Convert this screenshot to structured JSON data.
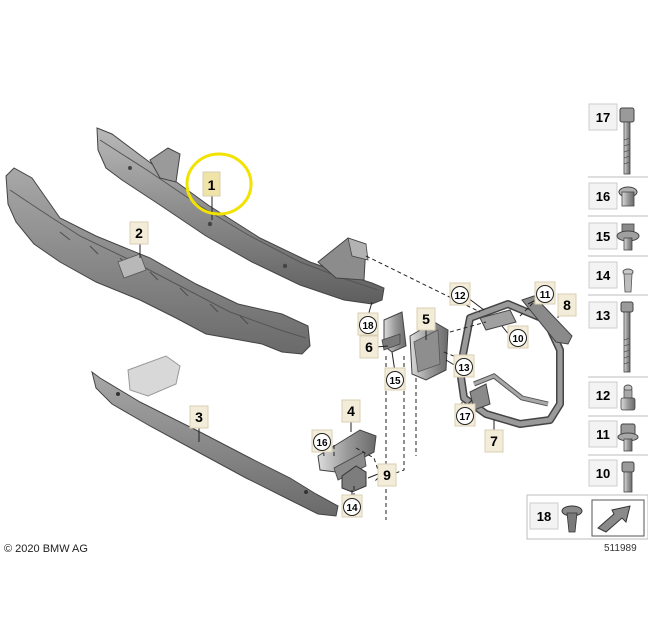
{
  "copyright": "© 2020 BMW AG",
  "diagram_number": "511989",
  "highlighted_part": "1",
  "colors": {
    "part_fill": "#8e8e8e",
    "part_dark": "#5a5a5a",
    "part_light": "#c6c6c6",
    "callout_box": "#f3ecd9",
    "callout_border": "#d8cfb3",
    "highlight_box": "#f0e3a8",
    "highlight_ring": "#f2e200",
    "hardware_panel_bg": "#f1f1f1",
    "line": "#222222"
  },
  "callouts": [
    {
      "label": "1"
    },
    {
      "label": "2"
    },
    {
      "label": "3"
    },
    {
      "label": "4"
    },
    {
      "label": "5"
    },
    {
      "label": "6"
    },
    {
      "label": "7"
    },
    {
      "label": "8"
    },
    {
      "label": "9"
    }
  ],
  "circled_callouts": [
    {
      "label": "18"
    },
    {
      "label": "15"
    },
    {
      "label": "12"
    },
    {
      "label": "11"
    },
    {
      "label": "10"
    },
    {
      "label": "13"
    },
    {
      "label": "17"
    },
    {
      "label": "16"
    },
    {
      "label": "14"
    }
  ],
  "hardware_panel": [
    {
      "label": "17",
      "icon": "long-bolt-icon"
    },
    {
      "label": "16",
      "icon": "collar-nut-icon"
    },
    {
      "label": "15",
      "icon": "flange-nut-icon"
    },
    {
      "label": "14",
      "icon": "expanding-rivet-icon"
    },
    {
      "label": "13",
      "icon": "long-bolt-icon"
    },
    {
      "label": "12",
      "icon": "clip-nut-icon"
    },
    {
      "label": "11",
      "icon": "flange-bolt-icon"
    },
    {
      "label": "10",
      "icon": "short-bolt-icon"
    }
  ],
  "hardware_extra": {
    "label": "18",
    "icon": "plastic-rivet-icon"
  }
}
